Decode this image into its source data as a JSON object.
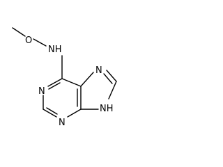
{
  "structure": {
    "atoms": [
      {
        "id": "O1",
        "label": "O"
      },
      {
        "id": "N_amine",
        "label": "NH"
      },
      {
        "id": "N1",
        "label": "N"
      },
      {
        "id": "N3",
        "label": "N"
      },
      {
        "id": "N7",
        "label": "N"
      },
      {
        "id": "N9",
        "label": "NH"
      }
    ],
    "bond_color": "#000000",
    "text_color": "#000000"
  }
}
